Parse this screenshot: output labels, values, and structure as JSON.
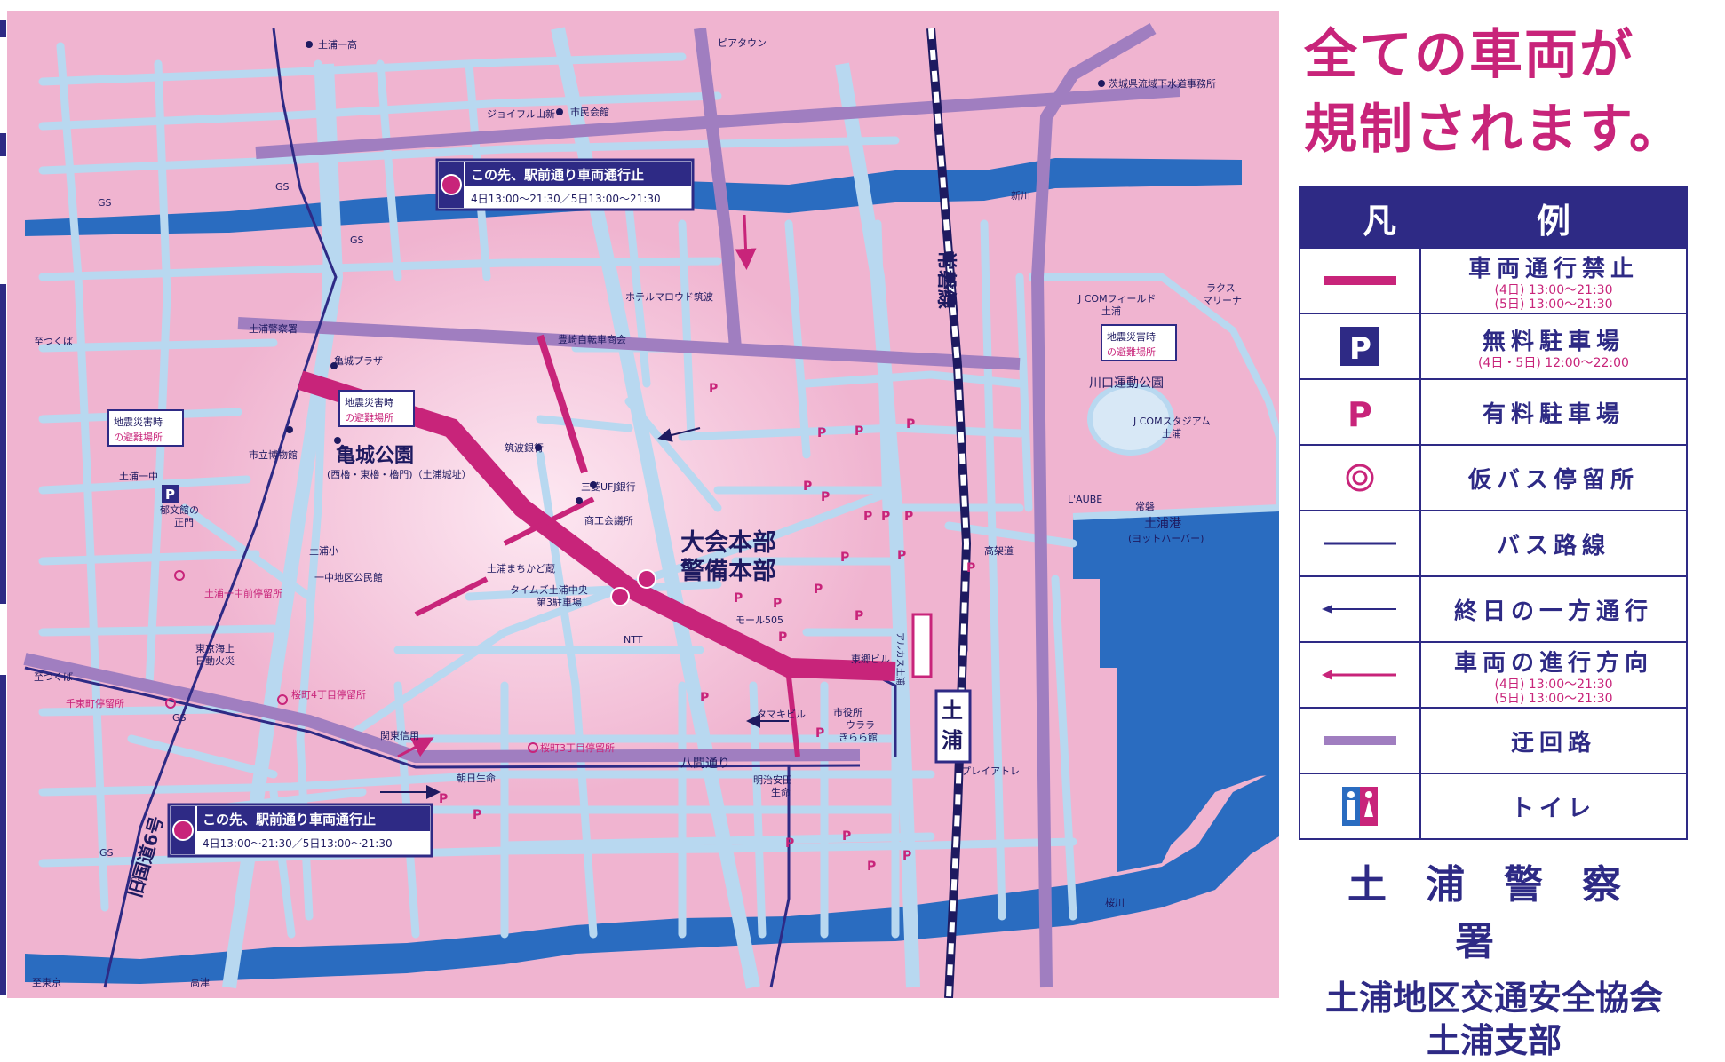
{
  "colors": {
    "map_bg": "#f0b4d0",
    "road": "#b8d8f0",
    "river": "#2a6cc0",
    "closed": "#c8247a",
    "detour": "#a07ec0",
    "navy": "#2e2a85"
  },
  "headline": {
    "line1": "全ての車両が",
    "line2": "規制されます。"
  },
  "legend": {
    "title": "凡　例",
    "items": [
      {
        "icon": "closed-road-line-icon",
        "label": "車両通行禁止",
        "sub": [
          "(4日) 13:00～21:30",
          "(5日) 13:00～21:30"
        ]
      },
      {
        "icon": "free-parking-icon",
        "label": "無料駐車場",
        "sub": [
          "(4日・5日) 12:00～22:00"
        ]
      },
      {
        "icon": "paid-parking-icon",
        "label": "有料駐車場",
        "sub": []
      },
      {
        "icon": "bus-stop-icon",
        "label": "仮バス停留所",
        "sub": []
      },
      {
        "icon": "bus-route-line-icon",
        "label": "バス路線",
        "sub": []
      },
      {
        "icon": "one-way-arrow-icon",
        "label": "終日の一方通行",
        "sub": []
      },
      {
        "icon": "direction-arrow-icon",
        "label": "車両の進行方向",
        "sub": [
          "(4日) 13:00～21:30",
          "(5日) 13:00～21:30"
        ]
      },
      {
        "icon": "detour-line-icon",
        "label": "迂回路",
        "sub": []
      },
      {
        "icon": "toilet-icon",
        "label": "トイレ",
        "sub": []
      }
    ]
  },
  "organizations": {
    "police": "土浦警察署",
    "association": "土浦地区交通安全協会",
    "branch": "土浦支部"
  },
  "map": {
    "notice_top": {
      "line1": "この先、駅前通り車両通行止",
      "line2": "4日13:00～21:30／5日13:00～21:30"
    },
    "notice_bottom": {
      "line1": "この先、駅前通り車両通行止",
      "line2": "4日13:00～21:30／5日13:00～21:30"
    },
    "labels": {
      "tsuchiura_ichiko": "土浦一高",
      "piatown": "ピアタウン",
      "ibaraki_sewer": "茨城県流域下水道事務所",
      "joyful": "ジョイフル山新",
      "shimin_kaikan": "市民会館",
      "gs": "GS",
      "river_sakuragawa": "新川",
      "joban_line": "常磐線",
      "hotel": "ホテルマロウド筑波",
      "toyosaki": "豊崎自転車商会",
      "to_tsukuba": "至つくば",
      "police": "土浦警察署",
      "kijo_plaza": "亀城プラザ",
      "jcom_field": "J COMフィールド",
      "jcom_field2": "土浦",
      "lacus": "ラクス",
      "lacus2": "マリーナ",
      "kawaguchi_park": "川口運動公園",
      "jcom_stadium": "J COMスタジアム",
      "jcom_stadium2": "土浦",
      "evac1": "地震災害時",
      "evac2": "の避難場所",
      "museum": "市立博物館",
      "kijo_park": "亀城公園",
      "kijo_park_sub": "(西櫓・東櫓・櫓門)（土浦城址）",
      "tsukuba_bank": "筑波銀行",
      "mufg": "三菱UFJ銀行",
      "tsuchiura_ichichu": "土浦一中",
      "ikubunkan": "郁文館の",
      "ikubunkan2": "正門",
      "shoko": "商工会議所",
      "hq1": "大会本部",
      "hq2": "警備本部",
      "laube": "L'AUBE",
      "tsuchiura_port": "土浦港",
      "tsuchiura_port_sub": "(ヨットハーバー)",
      "joban_bridge": "常磐",
      "koukadou": "高架道",
      "tsuchiura_sho": "土浦小",
      "machikado": "土浦まちかど蔵",
      "times": "タイムズ土浦中央",
      "times2": "第3駐車場",
      "ichuchiku": "一中地区公民館",
      "mall505": "モール505",
      "ntt": "NTT",
      "togo": "東郷ビル",
      "alcas": "アルカス土浦",
      "tokio": "東京海上",
      "tokio2": "日動火災",
      "ichuchu_stop": "土浦一中前停留所",
      "station": "土浦駅",
      "sakura4": "桜町4丁目停留所",
      "senba": "千束町停留所",
      "tamakichi": "タマキビル",
      "cityhall": "市役所",
      "urara": "ウララ",
      "kirara": "きらら館",
      "kanto": "関東信用",
      "sakura3": "桜町3丁目停留所",
      "hachiken": "八間通り",
      "asahi": "朝日生命",
      "meiji": "明治安田",
      "meiji2": "生命",
      "playatore": "プレイアトレ",
      "route6": "旧国道6号",
      "sakuragawa": "桜川",
      "to_tokyo": "至東京",
      "takatsu": "高津",
      "parking_p": "P"
    }
  }
}
